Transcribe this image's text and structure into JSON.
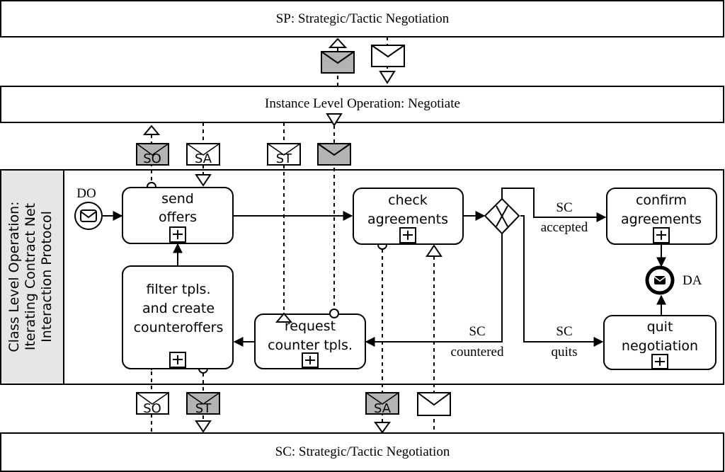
{
  "pools": {
    "sp": "SP: Strategic/Tactic Negotiation",
    "instance": "Instance Level Operation: Negotiate",
    "sc": "SC: Strategic/Tactic Negotiation"
  },
  "lane": {
    "line1": "Class Level Operation:",
    "line2": "Iterating Contract Net",
    "line3": "Interaction Protocol"
  },
  "tasks": {
    "send_offers": [
      "send",
      "offers"
    ],
    "check_agreements": [
      "check",
      "agreements"
    ],
    "confirm_agreements": [
      "confirm",
      "agreements"
    ],
    "filter": [
      "filter tpls.",
      "and create",
      "counteroffers"
    ],
    "request": [
      "request",
      "counter tpls."
    ],
    "quit": [
      "quit",
      "negotiation"
    ]
  },
  "events": {
    "start": "DO",
    "end": "DA"
  },
  "flow_labels": {
    "accepted": [
      "SC",
      "accepted"
    ],
    "countered": [
      "SC",
      "countered"
    ],
    "quits": [
      "SC",
      "quits"
    ]
  },
  "messages": {
    "so": "SO",
    "sa": "SA",
    "st": "ST"
  },
  "colors": {
    "gray_message": "#b3b3b3",
    "lane_header": "#e6e6e6",
    "stroke": "#000000"
  }
}
